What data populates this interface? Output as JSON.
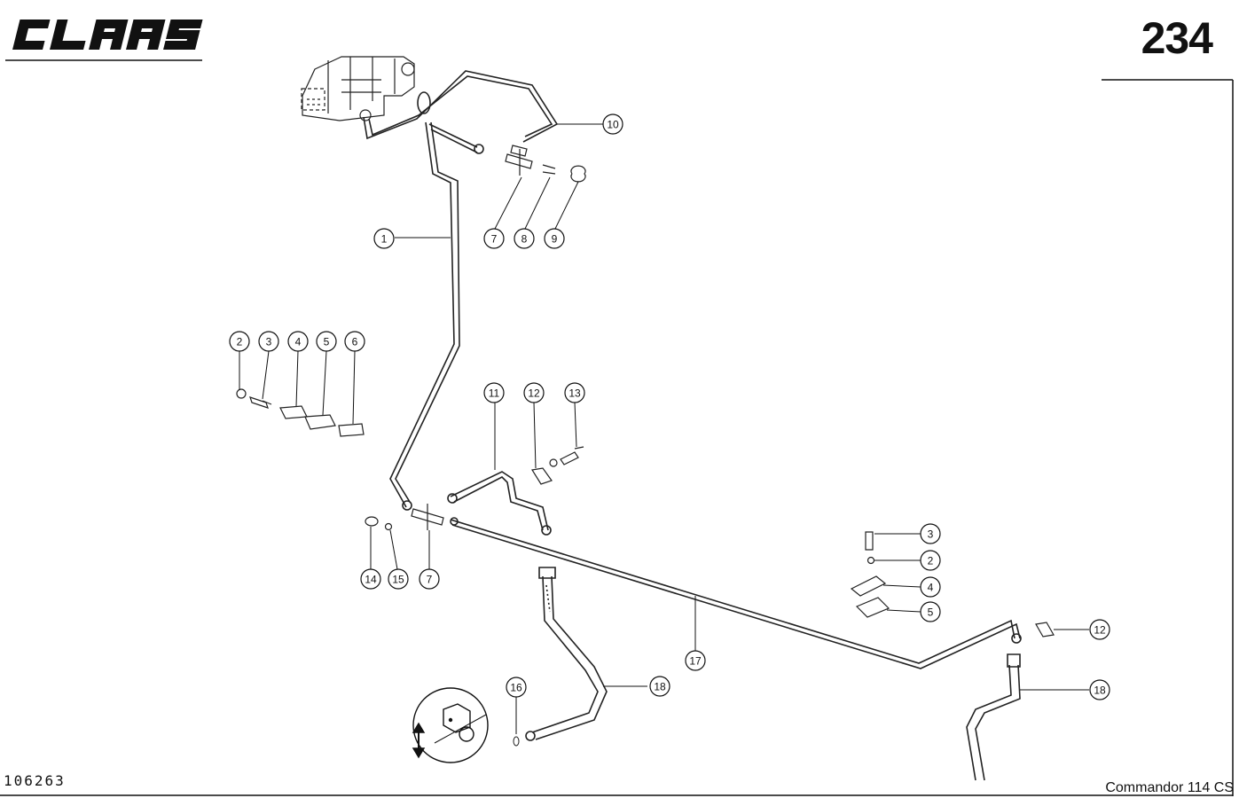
{
  "header": {
    "logo_text": "CLAAS",
    "page_number": "234"
  },
  "footer": {
    "drawing_number": "106263",
    "model": "Commandor 114 CS"
  },
  "callouts": [
    {
      "id": "c1",
      "label": "1"
    },
    {
      "id": "c7a",
      "label": "7"
    },
    {
      "id": "c8",
      "label": "8"
    },
    {
      "id": "c9",
      "label": "9"
    },
    {
      "id": "c10",
      "label": "10"
    },
    {
      "id": "c2a",
      "label": "2"
    },
    {
      "id": "c3a",
      "label": "3"
    },
    {
      "id": "c4a",
      "label": "4"
    },
    {
      "id": "c5a",
      "label": "5"
    },
    {
      "id": "c6",
      "label": "6"
    },
    {
      "id": "c11",
      "label": "11"
    },
    {
      "id": "c12a",
      "label": "12"
    },
    {
      "id": "c13",
      "label": "13"
    },
    {
      "id": "c14",
      "label": "14"
    },
    {
      "id": "c15",
      "label": "15"
    },
    {
      "id": "c7b",
      "label": "7"
    },
    {
      "id": "c17",
      "label": "17"
    },
    {
      "id": "c16",
      "label": "16"
    },
    {
      "id": "c18a",
      "label": "18"
    },
    {
      "id": "c3b",
      "label": "3"
    },
    {
      "id": "c2b",
      "label": "2"
    },
    {
      "id": "c4b",
      "label": "4"
    },
    {
      "id": "c5b",
      "label": "5"
    },
    {
      "id": "c12b",
      "label": "12"
    },
    {
      "id": "c18b",
      "label": "18"
    }
  ],
  "colors": {
    "ink": "#111111",
    "paper": "#ffffff"
  }
}
